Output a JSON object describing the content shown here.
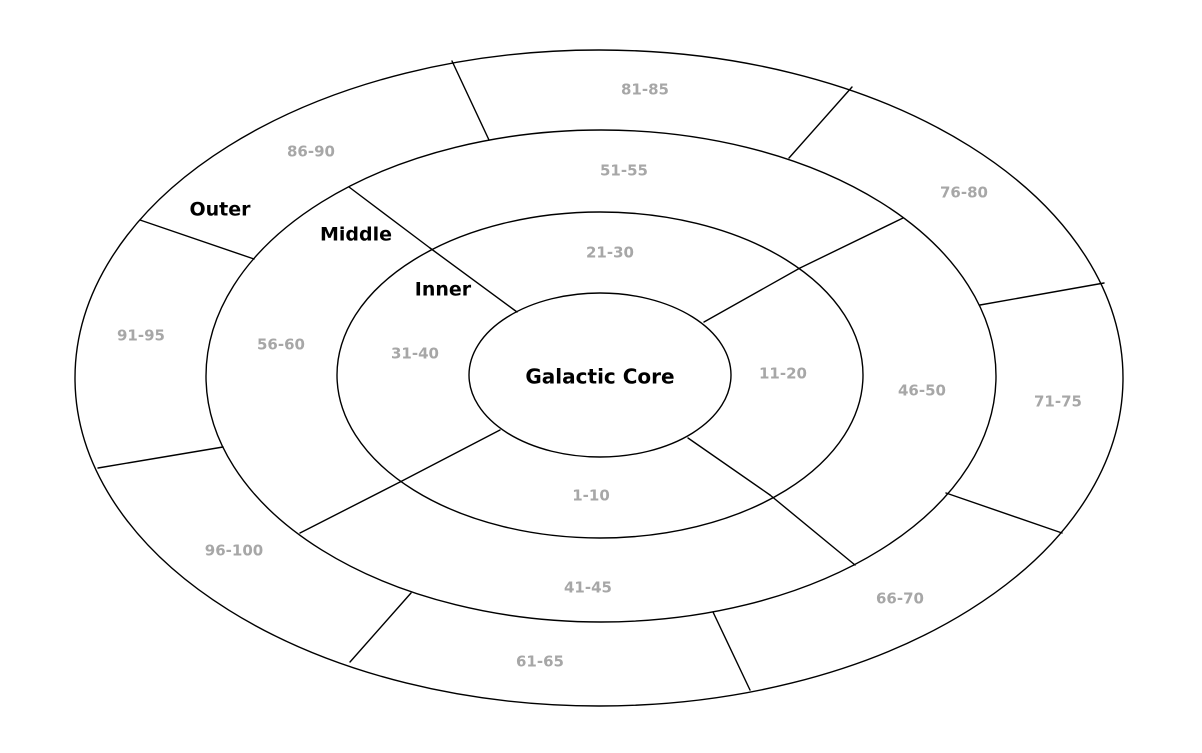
{
  "core": {
    "label": "Galactic Core"
  },
  "zones": {
    "inner": "Inner",
    "middle": "Middle",
    "outer": "Outer"
  },
  "inner_ranges": {
    "r1_10": "1-10",
    "r11_20": "11-20",
    "r21_30": "21-30",
    "r31_40": "31-40"
  },
  "middle_ranges": {
    "r41_45": "41-45",
    "r46_50": "46-50",
    "r51_55": "51-55",
    "r56_60": "56-60"
  },
  "outer_ranges": {
    "r61_65": "61-65",
    "r66_70": "66-70",
    "r71_75": "71-75",
    "r76_80": "76-80",
    "r81_85": "81-85",
    "r86_90": "86-90",
    "r91_95": "91-95",
    "r96_100": "96-100"
  }
}
